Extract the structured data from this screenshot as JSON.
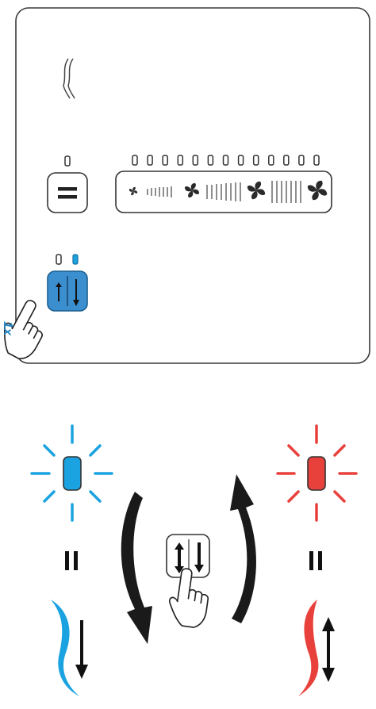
{
  "panel": {
    "tap_count_label": "1x",
    "fan_speed_leds": 13,
    "mode_leds": {
      "count": 2,
      "active_index": 1
    }
  },
  "colors": {
    "line": "#3a3a3a",
    "active_blue": "#1aa3e0",
    "button_blue": "#3b8fcf",
    "warm_red": "#e8413c",
    "arrow": "#1a1a1a",
    "tap_text": "#1f86c7"
  },
  "icons": [
    "heat-wave-icon",
    "flat-mode-button-icon",
    "fan-speed-slider-icon",
    "airflow-direction-button-icon",
    "pointing-hand-icon",
    "cool-wave-icon",
    "warm-wave-icon",
    "down-arrow-icon",
    "up-down-arrow-icon",
    "curved-arrow-icon",
    "equals-icon"
  ]
}
